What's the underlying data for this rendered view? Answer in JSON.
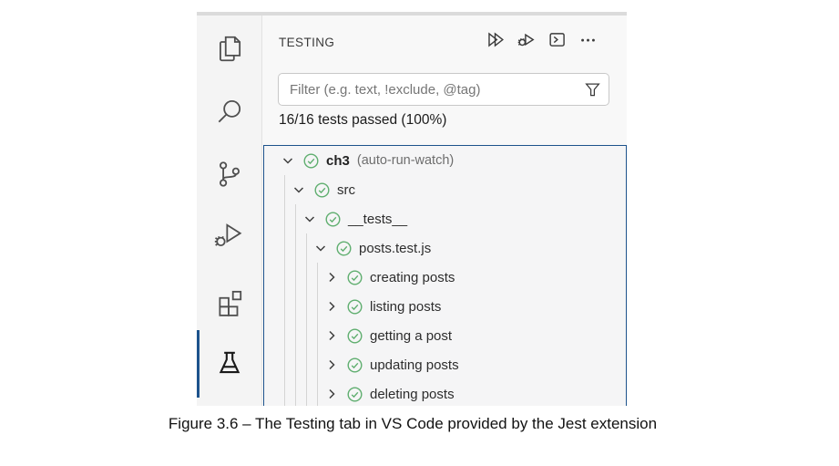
{
  "activity_bar": {
    "items": [
      {
        "name": "explorer",
        "icon": "files-icon"
      },
      {
        "name": "search",
        "icon": "search-icon"
      },
      {
        "name": "source-control",
        "icon": "source-control-icon"
      },
      {
        "name": "run-and-debug",
        "icon": "debug-icon"
      },
      {
        "name": "extensions",
        "icon": "extensions-icon"
      },
      {
        "name": "testing",
        "icon": "beaker-icon",
        "active": true
      }
    ]
  },
  "panel": {
    "title": "TESTING",
    "toolbar": {
      "run_all": "run-all-tests",
      "debug_all": "debug-all-tests",
      "show_output": "show-output",
      "more": "more-actions"
    },
    "filter_placeholder": "Filter (e.g. text, !exclude, @tag)",
    "status": "16/16 tests passed (100%)",
    "tree": [
      {
        "label": "ch3",
        "badge": "(auto-run-watch)",
        "depth": 0,
        "expanded": true,
        "state": "passed"
      },
      {
        "label": "src",
        "depth": 1,
        "expanded": true,
        "state": "passed"
      },
      {
        "label": "__tests__",
        "depth": 2,
        "expanded": true,
        "state": "passed"
      },
      {
        "label": "posts.test.js",
        "depth": 3,
        "expanded": true,
        "state": "passed"
      },
      {
        "label": "creating posts",
        "depth": 4,
        "expanded": false,
        "state": "passed"
      },
      {
        "label": "listing posts",
        "depth": 4,
        "expanded": false,
        "state": "passed"
      },
      {
        "label": "getting a post",
        "depth": 4,
        "expanded": false,
        "state": "passed"
      },
      {
        "label": "updating posts",
        "depth": 4,
        "expanded": false,
        "state": "passed"
      },
      {
        "label": "deleting posts",
        "depth": 4,
        "expanded": false,
        "state": "passed"
      }
    ]
  },
  "caption": "Figure 3.6 – The Testing tab in VS Code provided by the Jest extension",
  "colors": {
    "accent_blue": "#1d538c",
    "pass_green": "#5fae6f"
  }
}
